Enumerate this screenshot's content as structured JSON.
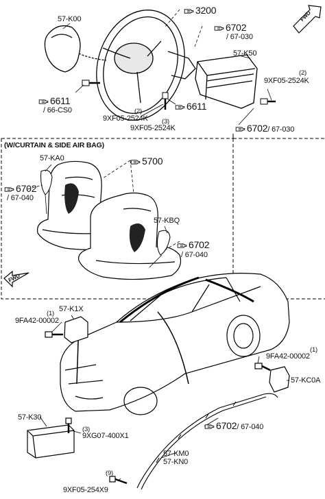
{
  "section_title": "(W/CURTAIN & SIDE AIR BAG)",
  "fwd_label": "FWD",
  "callouts": {
    "ref_3200": "3200",
    "part_57K00": "57-K00",
    "ref_6702_top": "6702",
    "ref_67030_top": "/ 67-030",
    "part_57K50": "57-K50",
    "bolt_2524K_right": "9XF05-2524K",
    "qty_2_right": "(2)",
    "ref_6611_left": "6611",
    "ref_66CS0": "/ 66-CS0",
    "qty_2_mid": "(2)",
    "bolt_2524K_mid": "9XF05-2524K",
    "qty_3": "(3)",
    "bolt_2524K_low": "9XF05-2524K",
    "ref_6611_right": "6611",
    "ref_6702_k50": "6702",
    "ref_67030_k50": "/ 67-030",
    "part_57KA0": "57-KA0",
    "ref_5700": "5700",
    "ref_6702_seat": "6702",
    "ref_67040_seat": "/ 67-040",
    "part_57KB0": "57-KBQ",
    "ref_6702_kb": "6702",
    "ref_67040_kb": "/ 67-040",
    "part_57K1X": "57-K1X",
    "qty_1_left": "(1)",
    "bolt_9FA42_left": "9FA42-00002",
    "qty_1_right": "(1)",
    "bolt_9FA42_right": "9FA42-00002",
    "part_57KC0A": "57-KC0A",
    "part_57K30": "57-K30",
    "qty_3_low": "(3)",
    "bolt_9XG07": "9XG07-400X1",
    "ref_6702_bottom": "6702",
    "ref_67040_bottom": "67-040",
    "part_57KM0": "57-KM0",
    "part_57KN0": "57-KN0",
    "qty_9": "(9)",
    "bolt_254X9": "9XF05-254X9"
  },
  "icons": [
    "pointing-hand-icon",
    "fwd-arrow-icon"
  ]
}
